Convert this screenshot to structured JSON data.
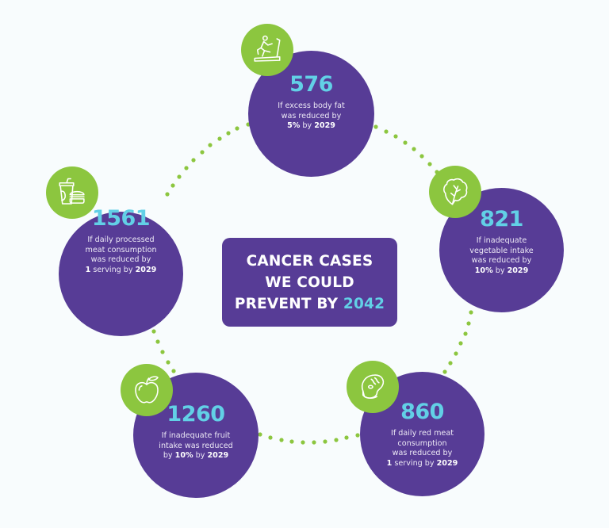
{
  "title": {
    "line1": "CANCER CASES",
    "line2": "WE COULD",
    "line3_prefix": "PREVENT BY ",
    "line3_year": "2042"
  },
  "colors": {
    "purple": "#573c96",
    "green": "#8cc63f",
    "cyan": "#62d0e6",
    "background": "#f8fcfd"
  },
  "items": [
    {
      "icon": "treadmill-runner-icon",
      "value": "576",
      "line1": "If excess body fat",
      "line2": "was reduced by",
      "bold1": "5%",
      "mid": " by ",
      "bold2": "2029"
    },
    {
      "icon": "lettuce-icon",
      "value": "821",
      "line1": "If inadequate",
      "line2": "vegetable intake",
      "line3": "was reduced by",
      "bold1": "10%",
      "mid": " by ",
      "bold2": "2029"
    },
    {
      "icon": "steak-icon",
      "value": "860",
      "line1": "If daily red meat",
      "line2": "consumption",
      "line3": "was reduced by",
      "bold1": "1",
      "mid": " serving by ",
      "bold2": "2029"
    },
    {
      "icon": "apple-icon",
      "value": "1260",
      "line1": "If inadequate fruit",
      "line2": "intake was reduced",
      "pre": "by ",
      "bold1": "10%",
      "mid": " by ",
      "bold2": "2029"
    },
    {
      "icon": "fast-food-icon",
      "value": "1561",
      "line1": "If daily processed",
      "line2": "meat consumption",
      "line3": "was reduced by",
      "bold1": "1",
      "mid": " serving by ",
      "bold2": "2029"
    }
  ]
}
